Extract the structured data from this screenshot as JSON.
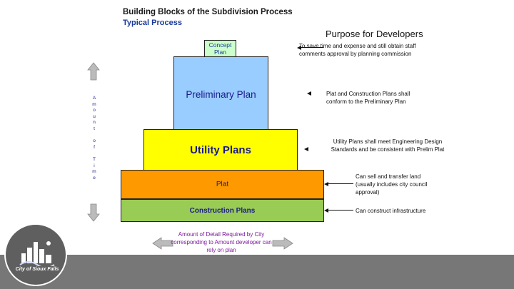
{
  "header": {
    "title": "Building Blocks of the Subdivision Process",
    "subtitle": "Typical Process"
  },
  "purpose_heading": "Purpose for Developers",
  "blocks": {
    "concept": "Concept Plan",
    "preliminary": "Preliminary Plan",
    "utility": "Utility Plans",
    "plat": "Plat",
    "construction": "Construction Plans"
  },
  "notes": {
    "concept": "To save time and expense and still obtain staff comments approval by planning commission",
    "preliminary": "Plat and Construction Plans shall conform to the Preliminary Plan",
    "utility": "Utility Plans shall meet Engineering Design Standards and be consistent with Prelim Plat",
    "plat": "Can sell and transfer land (usually includes city council approval)",
    "construction": "Can construct infrastructure"
  },
  "vertical_label": "A\nm\no\nu\nn\nt\n \no\nf\n \nT\ni\nm\ne",
  "bottom_caption": "Amount of Detail Required by City corresponding to Amount developer can rely on plan",
  "logo_text": "City of Sioux Falls",
  "colors": {
    "concept": "#ccffcc",
    "preliminary": "#99ccff",
    "utility": "#ffff00",
    "plat": "#ff9900",
    "construction": "#99cc55",
    "footer": "#777777"
  }
}
